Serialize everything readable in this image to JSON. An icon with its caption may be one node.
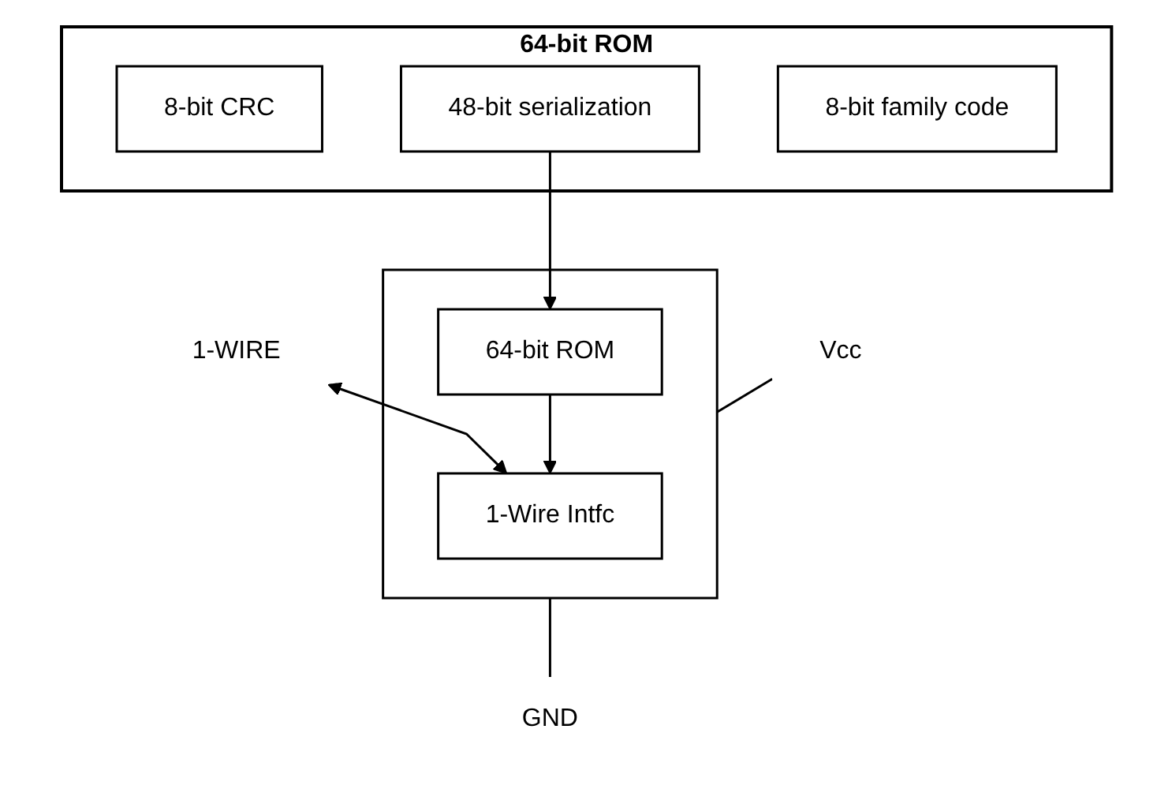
{
  "diagram": {
    "nodes": [
      {
        "text": [],
        "shape": "box"
      },
      {
        "text": [
          "1-Wire Intfc"
        ],
        "in": 0
      },
      {
        "text": [
          "64-bit ROM"
        ],
        "in": 0
      },
      {
        "text": [
          "1-WIRE"
        ]
      },
      {
        "text": [
          "Vcc"
        ]
      },
      {
        "text": [
          "GND"
        ]
      },
      {
        "text": [
          "64-bit ROM"
        ]
      },
      {
        "text": [
          "8-bit CRC"
        ],
        "in": 6
      },
      {
        "text": [
          "48-bit serialization"
        ],
        "in": 6
      },
      {
        "text": [
          "8-bit family code"
        ],
        "in": 6
      }
    ],
    "edges": [
      {
        "from": 3,
        "to": 1,
        "arrow": "both"
      },
      {
        "from": 2,
        "to": 1,
        "arrow": "to"
      },
      {
        "from": 4,
        "to": 0,
        "arrow": "none"
      },
      {
        "from": 0,
        "to": 5,
        "arrow": "none"
      },
      {
        "from": 8,
        "to": 2,
        "arrow": "to"
      }
    ]
  }
}
